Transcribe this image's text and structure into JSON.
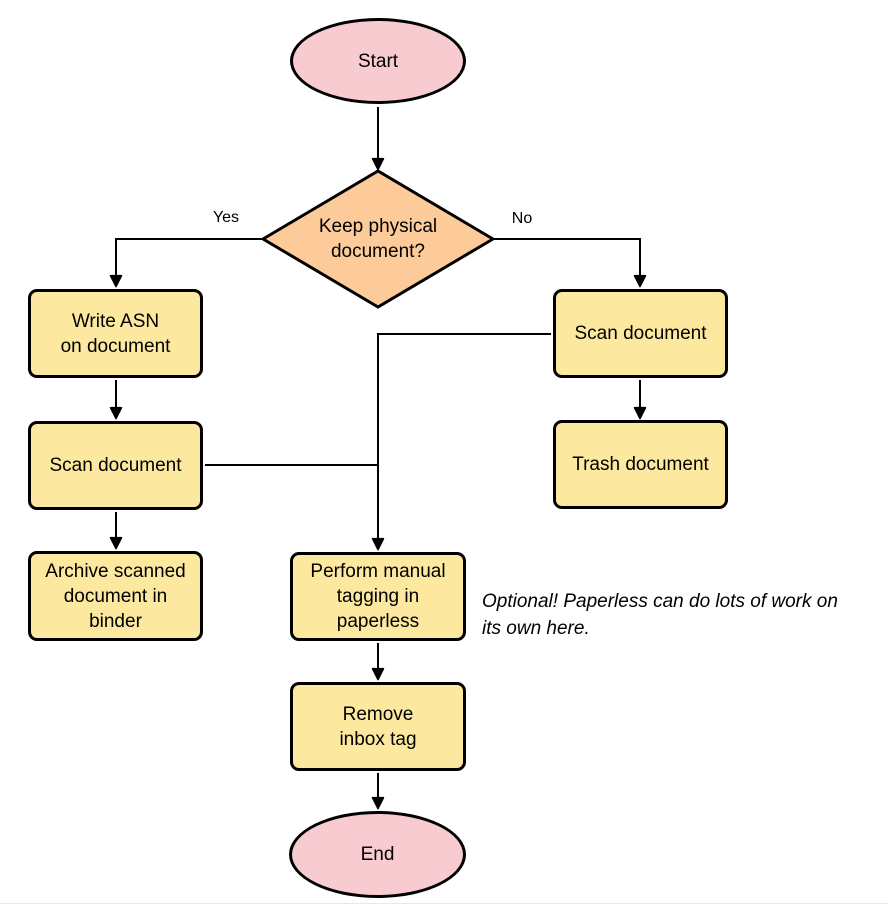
{
  "diagram": {
    "nodes": {
      "start": {
        "label": "Start",
        "type": "terminator"
      },
      "decision": {
        "label": "Keep physical\ndocument?",
        "type": "decision"
      },
      "write_asn": {
        "label": "Write ASN\non document",
        "type": "process"
      },
      "scan_left": {
        "label": "Scan document",
        "type": "process"
      },
      "archive": {
        "label": "Archive scanned\ndocument in\nbinder",
        "type": "process"
      },
      "scan_right": {
        "label": "Scan document",
        "type": "process"
      },
      "trash": {
        "label": "Trash document",
        "type": "process"
      },
      "tagging": {
        "label": "Perform manual\ntagging in\npaperless",
        "type": "process"
      },
      "remove_inbox": {
        "label": "Remove\ninbox tag",
        "type": "process"
      },
      "end": {
        "label": "End",
        "type": "terminator"
      }
    },
    "edge_labels": {
      "yes": "Yes",
      "no": "No"
    },
    "annotation": "Optional! Paperless can do lots of work on\nits own here.",
    "colors": {
      "terminator_fill": "#f7cbcf",
      "decision_fill": "#fccb99",
      "process_fill": "#fce89e",
      "stroke": "#000000"
    }
  }
}
